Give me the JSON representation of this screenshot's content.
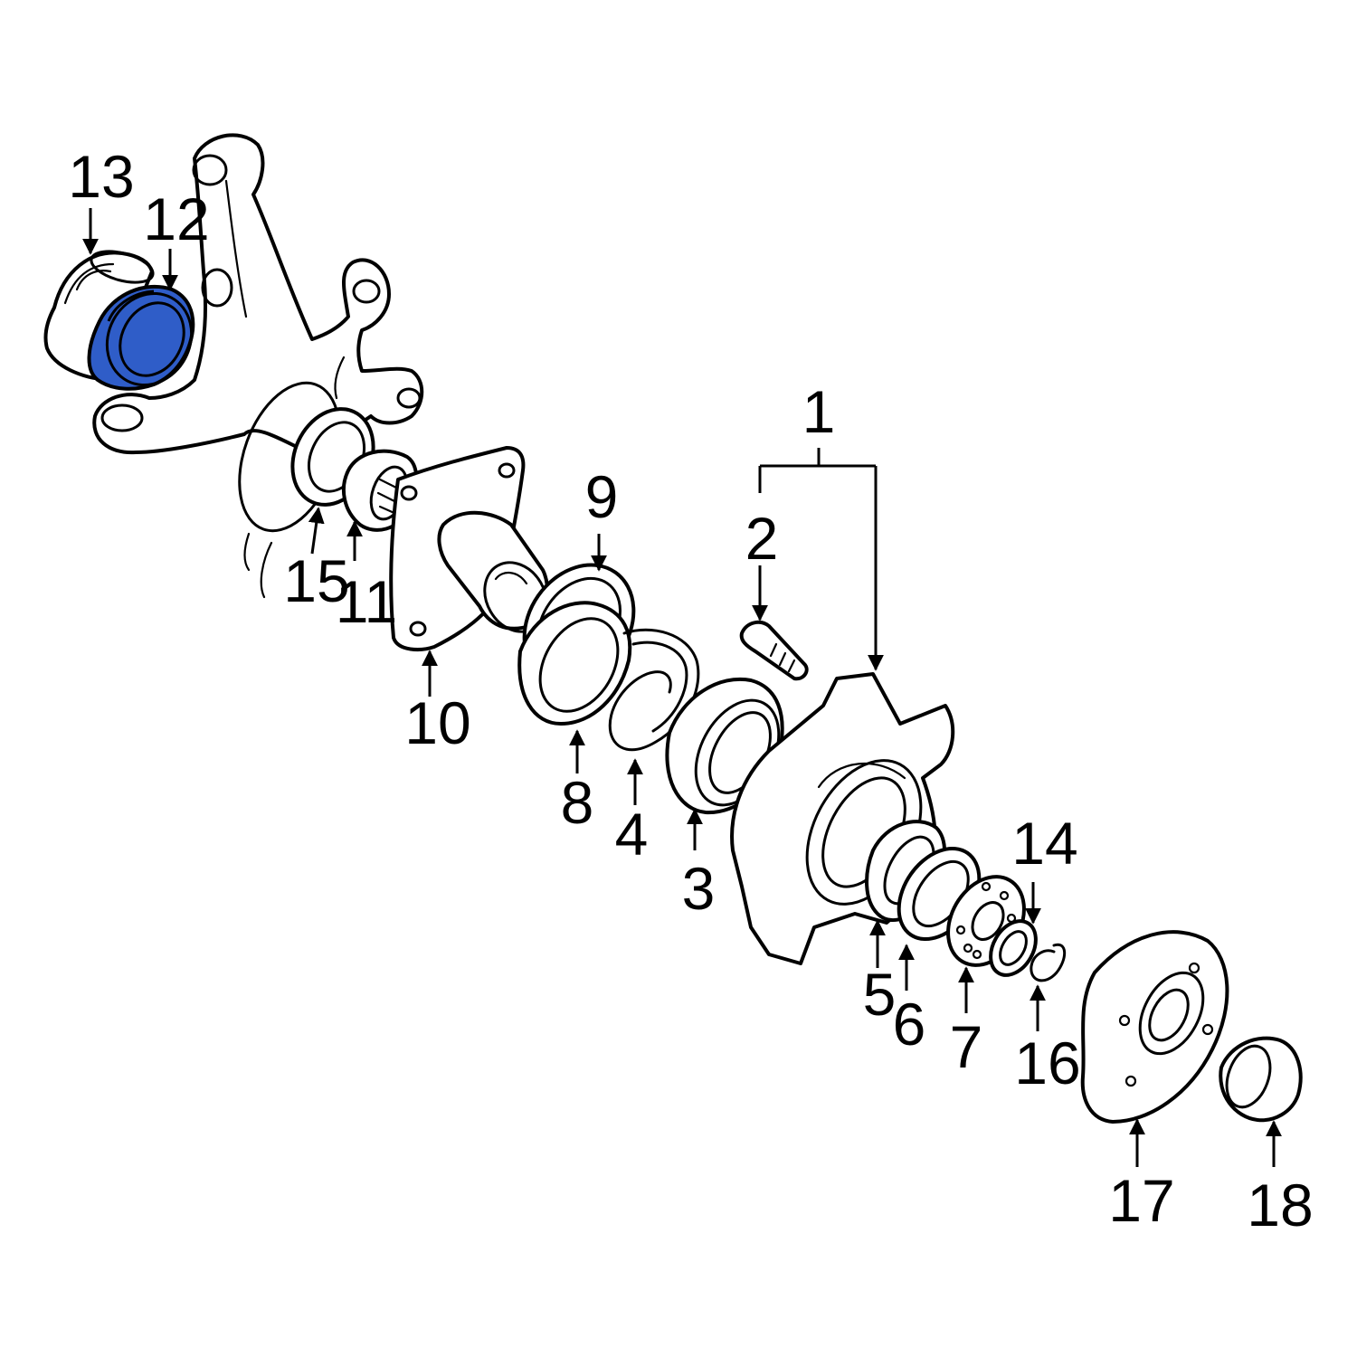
{
  "colors": {
    "background": "#ffffff",
    "line": "#000000",
    "highlight": "#2f5dc8"
  },
  "highlighted_part": "12",
  "callouts": {
    "c1": "1",
    "c2": "2",
    "c3": "3",
    "c4": "4",
    "c5": "5",
    "c6": "6",
    "c7": "7",
    "c8": "8",
    "c9": "9",
    "c10": "10",
    "c11": "11",
    "c12": "12",
    "c13": "13",
    "c14": "14",
    "c15": "15",
    "c16": "16",
    "c17": "17",
    "c18": "18"
  }
}
